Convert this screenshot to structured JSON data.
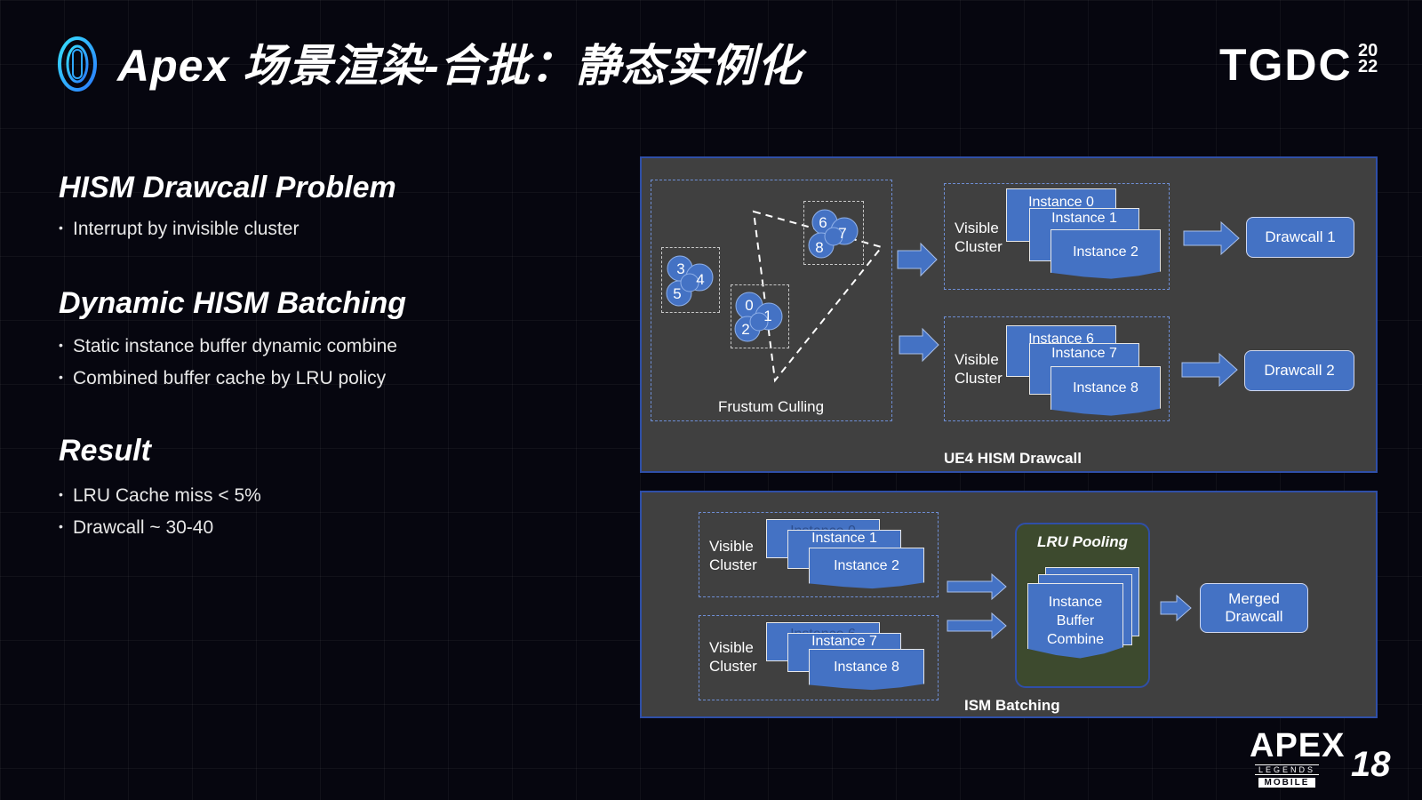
{
  "header": {
    "title": "Apex 场景渲染-合批：静态实例化",
    "brand": "TGDC",
    "brand_year_top": "20",
    "brand_year_bottom": "22",
    "accent_color": "#4472c4"
  },
  "sections": [
    {
      "heading": "HISM Drawcall Problem",
      "bullets": [
        "Interrupt by invisible cluster"
      ]
    },
    {
      "heading": "Dynamic HISM Batching",
      "bullets": [
        "Static instance buffer dynamic combine",
        "Combined buffer cache by LRU policy"
      ]
    },
    {
      "heading": "Result",
      "bullets": [
        "LRU Cache miss < 5%",
        "Drawcall ~ 30-40"
      ]
    }
  ],
  "ue4_panel": {
    "caption": "UE4 HISM Drawcall",
    "frustum_label": "Frustum Culling",
    "clusters": [
      {
        "numbers": [
          "3",
          "4",
          "5"
        ]
      },
      {
        "numbers": [
          "0",
          "1",
          "2"
        ]
      },
      {
        "numbers": [
          "6",
          "7",
          "8"
        ]
      }
    ],
    "groups": [
      {
        "label_line1": "Visible",
        "label_line2": "Cluster",
        "instances": [
          "Instance 0",
          "Instance 1",
          "Instance 2"
        ],
        "drawcall": "Drawcall 1"
      },
      {
        "label_line1": "Visible",
        "label_line2": "Cluster",
        "instances": [
          "Instance 6",
          "Instance 7",
          "Instance 8"
        ],
        "drawcall": "Drawcall 2"
      }
    ]
  },
  "ism_panel": {
    "caption": "ISM Batching",
    "groups": [
      {
        "label_line1": "Visible",
        "label_line2": "Cluster",
        "instances": [
          "Instance 0",
          "Instance 1",
          "Instance 2"
        ]
      },
      {
        "label_line1": "Visible",
        "label_line2": "Cluster",
        "instances": [
          "Instance 6",
          "Instance 7",
          "Instance 8"
        ]
      }
    ],
    "pool_title": "LRU Pooling",
    "pool_line1": "Instance",
    "pool_line2": "Buffer",
    "pool_line3": "Combine",
    "merged_line1": "Merged",
    "merged_line2": "Drawcall",
    "pool_color": "#3d4a2e"
  },
  "footer": {
    "apex_word": "APEX",
    "apex_sub": "LEGENDS",
    "apex_mobile": "MOBILE",
    "page_number": "18"
  }
}
